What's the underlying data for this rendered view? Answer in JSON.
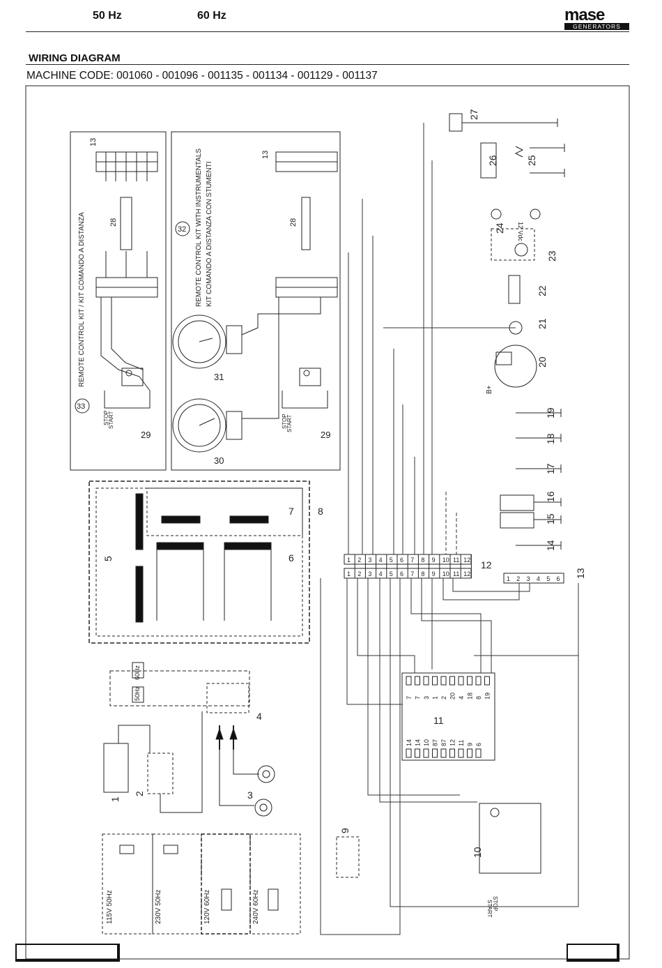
{
  "header": {
    "freq_50": "50 Hz",
    "freq_60": "60 Hz",
    "logo_top": "mase",
    "logo_bottom": "GENERATORS"
  },
  "title": "WIRING DIAGRAM",
  "machine_code": "MACHINE CODE: 001060 - 001096 - 001135 - 001134 - 001129 - 001137",
  "diagram": {
    "kit33_label": "REMOTE CONTROL KIT / KIT COMANDO A DISTANZA",
    "kit32_label_1": "REMOTE CONTROL KIT WITH INSTRUMENTALS",
    "kit32_label_2": "KIT COMANDO A DISTANZA CON STUMENTI",
    "start": "START",
    "stop": "STOP",
    "vdc": "12 Vdc",
    "bplus": "B+",
    "component_numbers": [
      "1",
      "2",
      "3",
      "4",
      "5",
      "6",
      "7",
      "8",
      "9",
      "10",
      "11",
      "12",
      "13",
      "14",
      "15",
      "16",
      "17",
      "18",
      "19",
      "20",
      "21",
      "22",
      "23",
      "24",
      "25",
      "26",
      "27",
      "28",
      "29",
      "30",
      "31",
      "32",
      "33"
    ],
    "voltage_configs": [
      "115V 50Hz",
      "230V 50Hz",
      "120V 60Hz",
      "240V 60Hz"
    ],
    "hz_tags": [
      "60Hz",
      "50Hz"
    ],
    "terminal_pins": [
      "1",
      "2",
      "3",
      "4",
      "5",
      "6",
      "7",
      "8",
      "9",
      "10",
      "11",
      "12"
    ],
    "relay_top_pins": [
      "7",
      "7",
      "3",
      "1",
      "2",
      "20",
      "4",
      "18",
      "8",
      "19"
    ],
    "relay_bottom_pins": [
      "14",
      "14",
      "10",
      "87",
      "87",
      "12",
      "11",
      "9",
      "6"
    ]
  }
}
